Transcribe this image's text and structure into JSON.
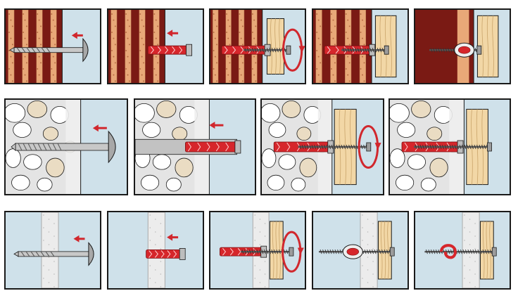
{
  "colors": {
    "sky": "#cfe1ea",
    "brick_dark": "#7a1a14",
    "brick_light": "#e8a878",
    "concrete": "#e4e4e4",
    "pebble": "#ffffff",
    "pebble_tan": "#eadcc3",
    "drywall": "#ececec",
    "wood": "#f2d7a6",
    "plug_red": "#d6262b",
    "metal": "#9c9c9c",
    "arrow_red": "#d1272d",
    "outline": "#1a1a1a"
  },
  "rows": [
    {
      "material": "perforated-brick",
      "steps": [
        {
          "step": "drill-hole",
          "icon": "drill-bit-icon"
        },
        {
          "step": "insert-plug",
          "icon": "wall-plug-icon"
        },
        {
          "step": "screw-in",
          "icon": "rotation-arrow-icon"
        },
        {
          "step": "tighten-screw",
          "icon": "screw-icon"
        },
        {
          "step": "plug-knotted-in-cavity",
          "icon": "knot-plug-icon"
        }
      ]
    },
    {
      "material": "concrete",
      "steps": [
        {
          "step": "drill-hole",
          "icon": "drill-bit-icon"
        },
        {
          "step": "insert-plug",
          "icon": "wall-plug-icon"
        },
        {
          "step": "screw-in",
          "icon": "rotation-arrow-icon"
        },
        {
          "step": "plug-expanded",
          "icon": "screw-icon"
        }
      ]
    },
    {
      "material": "plasterboard",
      "steps": [
        {
          "step": "drill-hole",
          "icon": "drill-bit-icon"
        },
        {
          "step": "insert-plug",
          "icon": "wall-plug-icon"
        },
        {
          "step": "screw-in",
          "icon": "rotation-arrow-icon"
        },
        {
          "step": "plug-folding",
          "icon": "screw-icon"
        },
        {
          "step": "plug-knotted-behind-board",
          "icon": "knot-plug-icon"
        }
      ]
    }
  ]
}
